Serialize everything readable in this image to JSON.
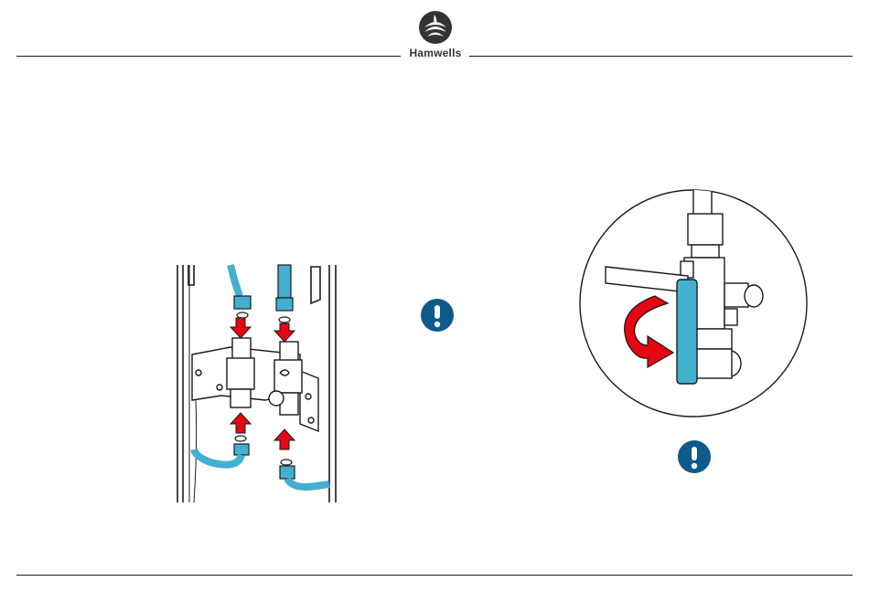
{
  "header": {
    "brand_name": "Hamwells",
    "logo_icon": "hamwells-leaf-logo-icon"
  },
  "figures": [
    {
      "name": "hose-connection-diagram",
      "icon": "hose-valve-assembly"
    },
    {
      "name": "ball-valve-closing-diagram",
      "icon": "ball-valve-rotate"
    }
  ],
  "notices": [
    {
      "icon": "exclamation-notice-icon"
    },
    {
      "icon": "exclamation-notice-icon"
    }
  ],
  "colors": {
    "accent_blue": "#43b0d0",
    "notice_blue": "#0e5a8a",
    "arrow_red": "#e30613",
    "line": "#1a1a1a"
  }
}
